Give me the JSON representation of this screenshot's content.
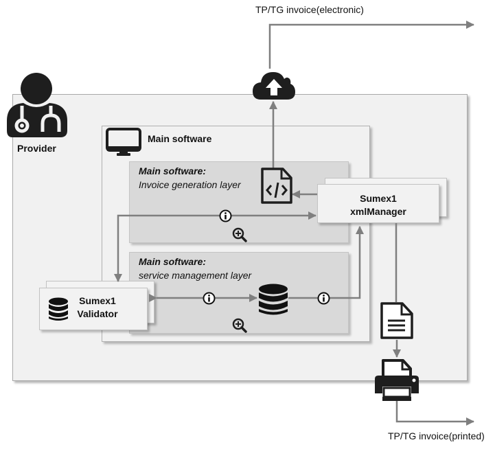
{
  "diagram": {
    "actor": {
      "label": "Provider",
      "icon": "doctor-stethoscope-icon"
    },
    "main_software": {
      "label": "Main software",
      "icon": "monitor-icon"
    },
    "layers": [
      {
        "title": "Main software:",
        "subtitle": "Invoice generation layer",
        "icons": [
          "xml-file-icon",
          "zoom-in-icon"
        ]
      },
      {
        "title": "Main software:",
        "subtitle": "service management layer",
        "icons": [
          "database-icon",
          "zoom-in-icon"
        ]
      }
    ],
    "components": {
      "xml_manager": {
        "line1": "Sumex1",
        "line2": "xmlManager"
      },
      "validator": {
        "line1": "Sumex1",
        "line2": "Validator",
        "icon": "database-icon"
      }
    },
    "outputs": {
      "electronic": {
        "label": "TP/TG invoice(electronic)",
        "icon": "cloud-upload-icon"
      },
      "printed": {
        "label": "TP/TG invoice(printed)",
        "icons": [
          "document-icon",
          "printer-icon"
        ]
      }
    },
    "connector_markers": [
      "info-icon",
      "info-icon",
      "info-icon"
    ],
    "colors": {
      "background": "#ffffff",
      "panel": "#f1f1f1",
      "layer": "#d9d9d9",
      "card": "#f2f2f2",
      "connector": "#7f7f7f",
      "icon": "#1e1e1e"
    }
  }
}
